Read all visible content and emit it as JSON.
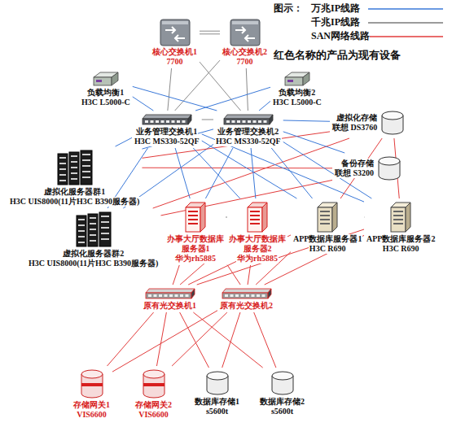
{
  "diagram": {
    "nodes": [
      {
        "text": [
          "核心交换机1",
          "7700"
        ]
      },
      {
        "text": [
          "核心交换机2",
          "7700"
        ]
      },
      {
        "text": [
          "负载均衡1",
          "H3C L5000-C"
        ]
      },
      {
        "text": [
          "负载均衡2",
          "H3C L5000-C"
        ]
      },
      {
        "text": [
          "业务管理交换机1",
          "H3C MS330-52QF"
        ]
      },
      {
        "text": [
          "业务管理交换机2",
          "H3C MS330-52QF"
        ]
      },
      {
        "text": [
          "虚拟化存储",
          "联想 DS3760"
        ]
      },
      {
        "text": [
          "备份存储",
          "联想 S3200"
        ]
      },
      {
        "text": [
          "虚拟化服务器群1",
          "H3C UIS8000(11片H3C B390服务器)"
        ]
      },
      {
        "text": [
          "虚拟化服务器群2",
          "H3C UIS8000(11片H3C B390服务器)"
        ]
      },
      {
        "text": [
          "办事大厅数据库服务器1",
          "华为rh5885"
        ]
      },
      {
        "text": [
          "办事大厅数据库服务器2",
          "华为rh5885"
        ]
      },
      {
        "text": [
          "APP数据库服务器1",
          "H3C R690"
        ]
      },
      {
        "text": [
          "APP数据库服务器2",
          "H3C R690"
        ]
      },
      {
        "text": [
          "原有光交换机1"
        ]
      },
      {
        "text": [
          "原有光交换机2"
        ]
      },
      {
        "text": [
          "存储网关1",
          "VIS6600"
        ]
      },
      {
        "text": [
          "存储网关2",
          "VIS6600"
        ]
      },
      {
        "text": [
          "数据库存储1",
          "s5600t"
        ]
      },
      {
        "text": [
          "数据库存储2",
          "s5600t"
        ]
      }
    ],
    "edges": [
      {
        "from": 0,
        "to": 1,
        "arrow": "none"
      },
      {
        "from": 0,
        "to": 4,
        "arrow": "none"
      },
      {
        "from": 0,
        "to": 5,
        "arrow": "none"
      },
      {
        "from": 1,
        "to": 4,
        "arrow": "none"
      },
      {
        "from": 1,
        "to": 5,
        "arrow": "none"
      },
      {
        "from": 2,
        "to": 4,
        "arrow": "none"
      },
      {
        "from": 2,
        "to": 5,
        "arrow": "none"
      },
      {
        "from": 3,
        "to": 4,
        "arrow": "none"
      },
      {
        "from": 3,
        "to": 5,
        "arrow": "none"
      },
      {
        "from": 4,
        "to": 5,
        "arrow": "none"
      },
      {
        "from": 4,
        "to": 8,
        "arrow": "none"
      },
      {
        "from": 5,
        "to": 8,
        "arrow": "none"
      },
      {
        "from": 4,
        "to": 9,
        "arrow": "none"
      },
      {
        "from": 5,
        "to": 9,
        "arrow": "none"
      },
      {
        "from": 8,
        "to": 6,
        "arrow": "none"
      },
      {
        "from": 9,
        "to": 6,
        "arrow": "none"
      },
      {
        "from": 8,
        "to": 7,
        "arrow": "none"
      },
      {
        "from": 9,
        "to": 7,
        "arrow": "none"
      },
      {
        "from": 4,
        "to": 10,
        "arrow": "none"
      },
      {
        "from": 5,
        "to": 10,
        "arrow": "none"
      },
      {
        "from": 4,
        "to": 11,
        "arrow": "none"
      },
      {
        "from": 5,
        "to": 11,
        "arrow": "none"
      },
      {
        "from": 4,
        "to": 12,
        "arrow": "none"
      },
      {
        "from": 5,
        "to": 12,
        "arrow": "none"
      },
      {
        "from": 4,
        "to": 13,
        "arrow": "none"
      },
      {
        "from": 5,
        "to": 13,
        "arrow": "none"
      },
      {
        "from": 10,
        "to": 11,
        "arrow": "none"
      },
      {
        "from": 12,
        "to": 13,
        "arrow": "none"
      },
      {
        "from": 10,
        "to": 14,
        "arrow": "none"
      },
      {
        "from": 10,
        "to": 15,
        "arrow": "none"
      },
      {
        "from": 11,
        "to": 14,
        "arrow": "none"
      },
      {
        "from": 11,
        "to": 15,
        "arrow": "none"
      },
      {
        "from": 12,
        "to": 14,
        "arrow": "none"
      },
      {
        "from": 12,
        "to": 15,
        "arrow": "none"
      },
      {
        "from": 13,
        "to": 14,
        "arrow": "none"
      },
      {
        "from": 13,
        "to": 15,
        "arrow": "none"
      },
      {
        "from": 14,
        "to": 16,
        "arrow": "none"
      },
      {
        "from": 14,
        "to": 17,
        "arrow": "none"
      },
      {
        "from": 14,
        "to": 18,
        "arrow": "none"
      },
      {
        "from": 14,
        "to": 19,
        "arrow": "none"
      },
      {
        "from": 15,
        "to": 16,
        "arrow": "none"
      },
      {
        "from": 15,
        "to": 17,
        "arrow": "none"
      },
      {
        "from": 15,
        "to": 18,
        "arrow": "none"
      },
      {
        "from": 15,
        "to": 19,
        "arrow": "none"
      },
      {
        "from": 6,
        "to": 12,
        "arrow": "none"
      },
      {
        "from": 6,
        "to": 13,
        "arrow": "none"
      },
      {
        "from": 5,
        "to": 6,
        "arrow": "none"
      },
      {
        "from": 5,
        "to": 7,
        "arrow": "none"
      }
    ],
    "labels": [
      "图示：",
      "红色名称的产品为现有设备"
    ],
    "legend": [
      {
        "text": "万兆IP线路"
      },
      {
        "text": "千兆IP线路"
      },
      {
        "text": "SAN网络线路"
      }
    ]
  }
}
